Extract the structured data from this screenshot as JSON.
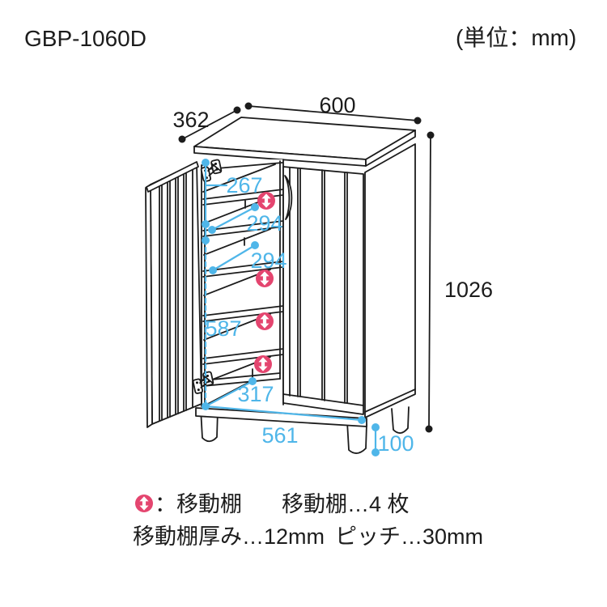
{
  "title": {
    "model": "GBP-1060D",
    "unit_note": "(単位：mm)"
  },
  "dimensions": {
    "overall_width": "600",
    "overall_depth": "362",
    "overall_height": "1026",
    "top_clearance": "267",
    "shelf_gap_upper": "294",
    "shelf_gap_lower": "294",
    "lower_clearance": "587",
    "inner_depth": "317",
    "inner_width": "561",
    "leg_height": "100"
  },
  "legend": {
    "marker_label": "：移動棚",
    "shelf_count": "移動棚…4 枚",
    "shelf_thickness": "移動棚厚み…12mm",
    "pitch": "ピッチ…30mm"
  },
  "colors": {
    "dimension_accent": "#4FB6E9",
    "movable_shelf_marker": "#E4456F",
    "line": "#1c1c1c"
  }
}
